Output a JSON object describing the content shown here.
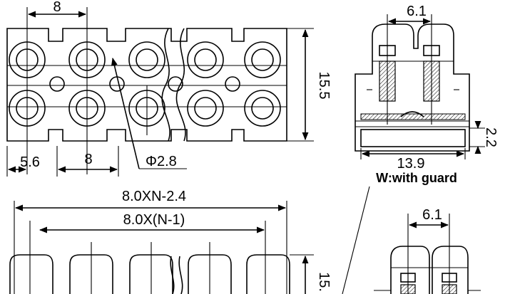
{
  "drawing": {
    "top_view": {
      "pitch_label": "8",
      "height_label": "15.5",
      "edge_label": "5.6",
      "pitch_bottom_label": "8",
      "hole_label": "Φ2.8"
    },
    "side_view": {
      "width_label": "6.1",
      "base_width_label": "13.9",
      "base_height_label": "2.2",
      "caption": "W:with guard"
    },
    "front_view": {
      "overall_label": "8.0XN-2.4",
      "pitch_label": "8.0X(N-1)",
      "height_label": "15."
    },
    "side_view_2": {
      "width_label": "6.1"
    }
  }
}
